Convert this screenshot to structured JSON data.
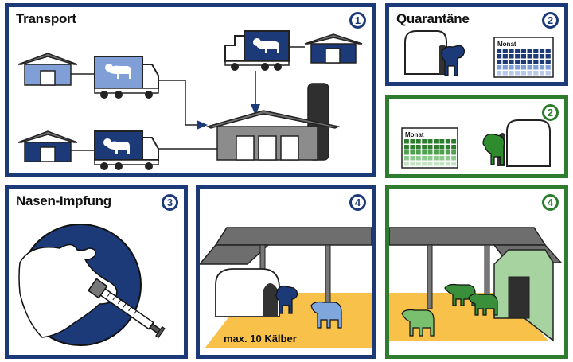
{
  "panels": {
    "transport": {
      "title": "Transport",
      "number": "1"
    },
    "quarantine": {
      "title": "Quarantäne",
      "number": "2",
      "calendar_label": "Monat"
    },
    "quarantine_green": {
      "number": "2",
      "calendar_label": "Monat"
    },
    "nasal_vaccination": {
      "title": "Nasen-Impfung",
      "number": "3"
    },
    "group_pen": {
      "number": "4",
      "caption": "max. 10 Kälber"
    },
    "group_pen_green": {
      "number": "4"
    }
  },
  "colors": {
    "blue": "#1d3a78",
    "green": "#2e7d2e",
    "floor": "#f7c14a",
    "roof": "#6e6e6e"
  }
}
